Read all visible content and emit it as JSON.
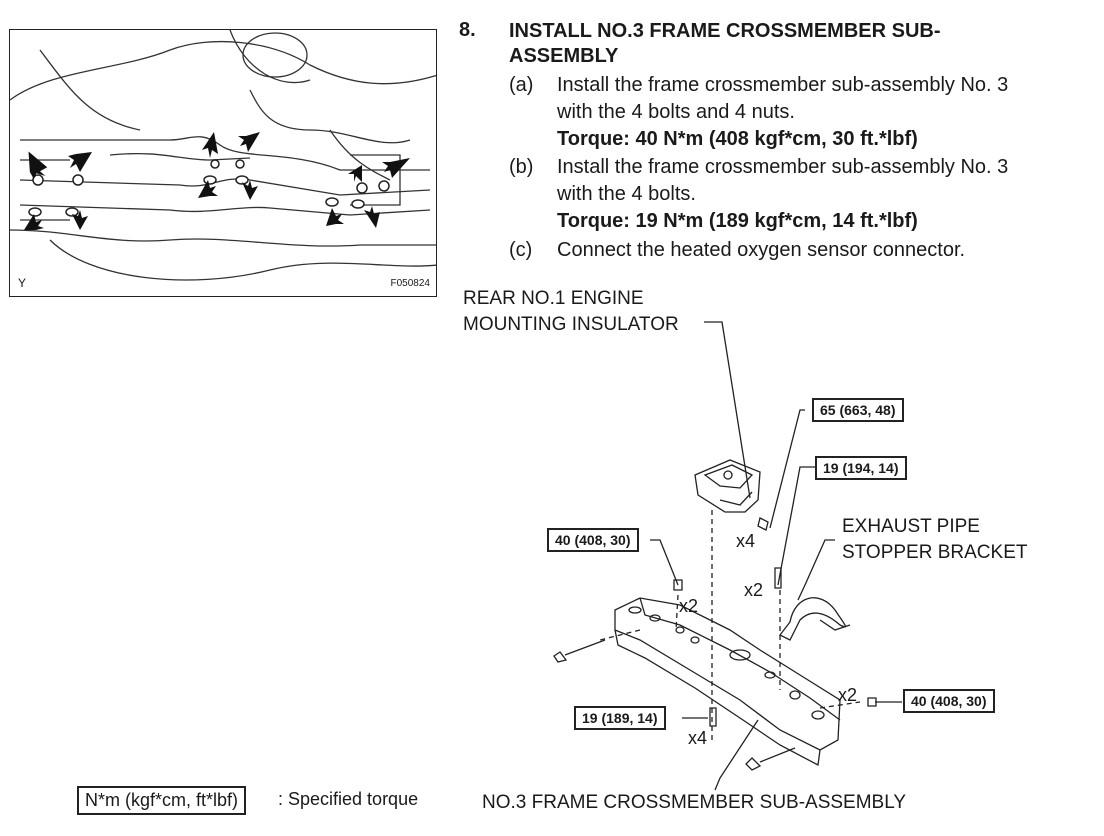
{
  "photo": {
    "view_label": "Y",
    "figure_code": "F050824"
  },
  "step": {
    "number": "8.",
    "title_line1": "INSTALL NO.3 FRAME CROSSMEMBER SUB-",
    "title_line2": "ASSEMBLY",
    "items": [
      {
        "letter": "(a)",
        "line1": "Install the frame crossmember sub-assembly No. 3",
        "line2": "with the 4 bolts and 4 nuts.",
        "torque": "Torque: 40 N*m (408 kgf*cm, 30 ft.*lbf)"
      },
      {
        "letter": "(b)",
        "line1": "Install the frame crossmember sub-assembly No. 3",
        "line2": "with the 4 bolts.",
        "torque": "Torque: 19 N*m (189 kgf*cm, 14 ft.*lbf)"
      },
      {
        "letter": "(c)",
        "line1": "Connect the heated oxygen sensor connector."
      }
    ]
  },
  "diagram": {
    "label_insulator_1": "REAR NO.1 ENGINE",
    "label_insulator_2": "MOUNTING INSULATOR",
    "label_exhaust_1": "EXHAUST PIPE",
    "label_exhaust_2": "STOPPER BRACKET",
    "label_crossmember": "NO.3 FRAME CROSSMEMBER SUB-ASSEMBLY",
    "torque_65": "65 (663, 48)",
    "torque_19_194": "19 (194, 14)",
    "torque_40_left": "40 (408, 30)",
    "torque_40_right": "40 (408, 30)",
    "torque_19_189": "19 (189, 14)",
    "qty_x4_top": "x4",
    "qty_x2_left": "x2",
    "qty_x2_middle": "x2",
    "qty_x2_right": "x2",
    "qty_x4_bottom": "x4"
  },
  "legend": {
    "unit": "N*m (kgf*cm, ft*lbf)",
    "text": ": Specified torque"
  }
}
